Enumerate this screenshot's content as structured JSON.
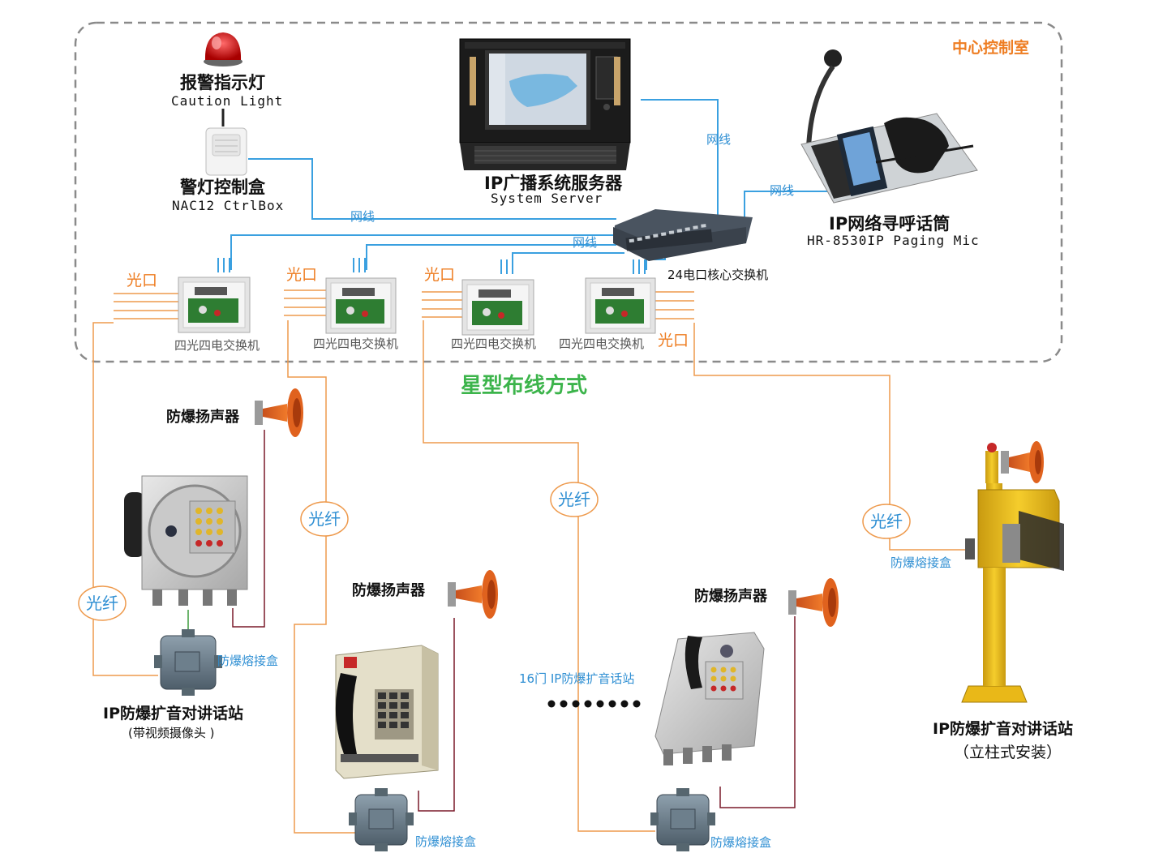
{
  "diagram": {
    "title": "星型布线方式",
    "control_room": "中心控制室",
    "caution_light": {
      "cn": "报警指示灯",
      "en": "Caution Light"
    },
    "ctrl_box": {
      "cn": "警灯控制盒",
      "en": "NAC12 CtrlBox"
    },
    "server": {
      "cn": "IP广播系统服务器",
      "en": "System Server"
    },
    "paging_mic": {
      "cn": "IP网络寻呼话筒",
      "en": "HR-8530IP Paging Mic"
    },
    "core_switch": "24电口核心交换机",
    "network_cable": "网线",
    "optical_port": "光口",
    "fiber": "光纤",
    "switch_label": "四光四电交换机",
    "speaker": "防爆扬声器",
    "junction_box": "防爆熔接盒",
    "station_left": {
      "title": "IP防爆扩音对讲话站",
      "note": "(带视频摄像头 )"
    },
    "station_right": {
      "title": "IP防爆扩音对讲话站",
      "note": "（立柱式安装）"
    },
    "station_count": "16门 IP防爆扩音话站",
    "switches": [
      {
        "label": "四光四电交换机"
      },
      {
        "label": "四光四电交换机"
      },
      {
        "label": "四光四电交换机"
      },
      {
        "label": "四光四电交换机"
      }
    ]
  },
  "colors": {
    "fiber_line": "#ee9a4d",
    "network_line": "#3aa0e0",
    "speaker_line": "#7a1a2a",
    "dash_border": "#8a8a8a",
    "title_green": "#3cb44b"
  }
}
